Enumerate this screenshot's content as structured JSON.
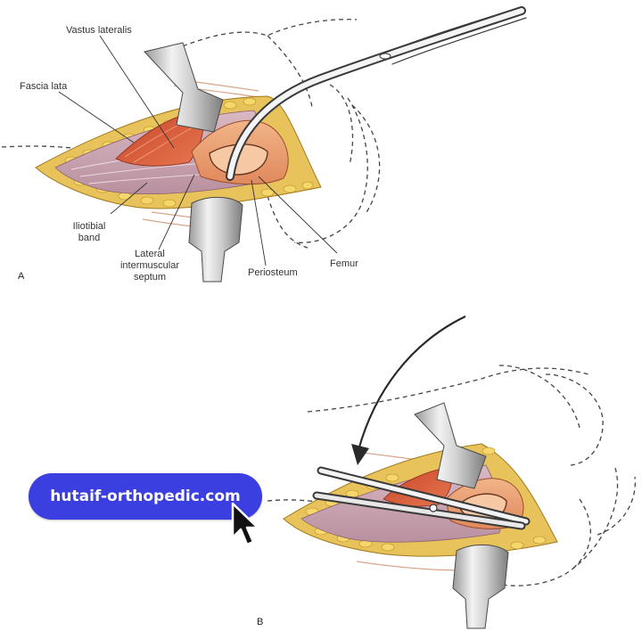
{
  "figure": {
    "labels": {
      "vastus_lateralis": "Vastus lateralis",
      "fascia_lata": "Fascia lata",
      "iliotibial_band_1": "Iliotibial",
      "iliotibial_band_2": "band",
      "lateral_septum_1": "Lateral",
      "lateral_septum_2": "intermuscular",
      "lateral_septum_3": "septum",
      "periosteum": "Periosteum",
      "femur": "Femur"
    },
    "panel_a": "A",
    "panel_b": "B"
  },
  "watermark": {
    "text": "hutaif-orthopedic.com",
    "color": "#3b3fe0",
    "icon": "cursor-arrow-icon"
  }
}
